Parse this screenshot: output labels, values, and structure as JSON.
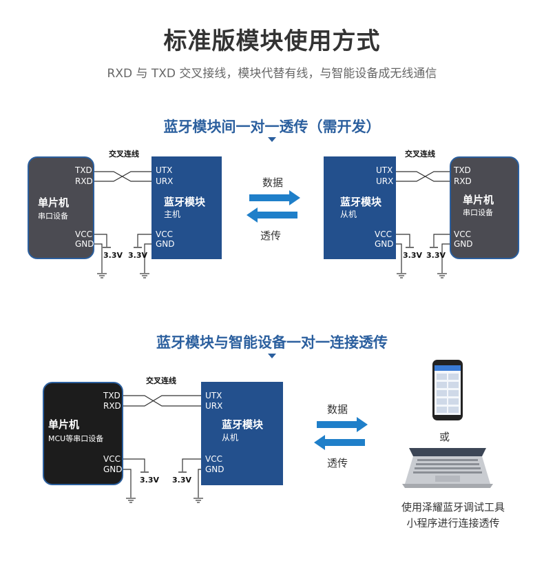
{
  "header": {
    "title": "标准版模块使用方式",
    "subtitle": "RXD 与 TXD 交叉接线，模块代替有线，与智能设备成无线通信"
  },
  "section1": {
    "title": "蓝牙模块间一对一透传（需开发）",
    "cross_label_left": "交叉连线",
    "cross_label_right": "交叉连线",
    "mcu_left": {
      "title": "单片机",
      "subtitle": "串口设备",
      "txd": "TXD",
      "rxd": "RXD",
      "vcc": "VCC",
      "gnd": "GND"
    },
    "ble_master": {
      "title": "蓝牙模块",
      "role": "主机",
      "utx": "UTX",
      "urx": "URX",
      "vcc": "VCC",
      "gnd": "GND"
    },
    "ble_slave": {
      "title": "蓝牙模块",
      "role": "从机",
      "utx": "UTX",
      "urx": "URX",
      "vcc": "VCC",
      "gnd": "GND"
    },
    "mcu_right": {
      "title": "单片机",
      "subtitle": "串口设备",
      "txd": "TXD",
      "rxd": "RXD",
      "vcc": "VCC",
      "gnd": "GND"
    },
    "voltage": "3.3V",
    "data_label": "数据",
    "passthrough_label": "透传"
  },
  "section2": {
    "title": "蓝牙模块与智能设备一对一连接透传",
    "cross_label": "交叉连线",
    "mcu": {
      "title": "单片机",
      "subtitle": "MCU等串口设备",
      "txd": "TXD",
      "rxd": "RXD",
      "vcc": "VCC",
      "gnd": "GND"
    },
    "ble": {
      "title": "蓝牙模块",
      "role": "从机",
      "utx": "UTX",
      "urx": "URX",
      "vcc": "VCC",
      "gnd": "GND"
    },
    "voltage": "3.3V",
    "data_label": "数据",
    "passthrough_label": "透传",
    "or_label": "或",
    "caption_line1": "使用泽耀蓝牙调试工具",
    "caption_line2": "小程序进行连接透传"
  },
  "colors": {
    "accent_blue": "#2b5f9e",
    "module_blue": "#23508d",
    "arrow_blue": "#1f7fc9",
    "mcu_gray": "#4b4b52",
    "mcu_black": "#1c1c1c"
  }
}
